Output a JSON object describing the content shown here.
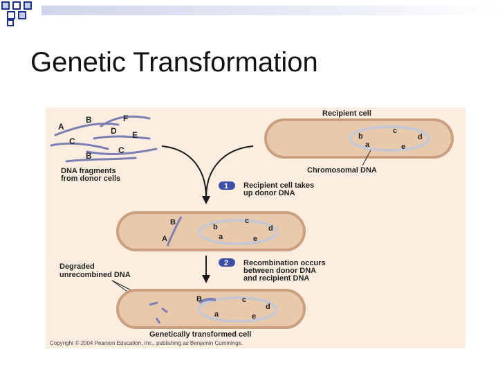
{
  "slide": {
    "title": "Genetic Transformation"
  },
  "colors": {
    "square_outline": "#1f2f8f",
    "square_fill": "#c6cbe8",
    "figure_bg": "#fbeee0",
    "cell_fill": "#e9c9ac",
    "cell_outline": "#caa07e",
    "dna_strand": "#7b7fb4",
    "chromosome_ring": "#c5c8d3",
    "step_badge": "#3f4fa8",
    "arrow": "#1a1a1a"
  },
  "diagram": {
    "fragments_caption_line1": "DNA fragments",
    "fragments_caption_line2": "from donor cells",
    "fragment_letters": [
      "A",
      "B",
      "F",
      "D",
      "E",
      "C",
      "B",
      "C"
    ],
    "recipient_cell_label": "Recipient cell",
    "chromosomal_dna_label": "Chromosomal DNA",
    "chromosome_letters": [
      "b",
      "c",
      "d",
      "a",
      "e"
    ],
    "step1": {
      "number": "1",
      "line1": "Recipient cell takes",
      "line2": "up donor DNA"
    },
    "step2": {
      "number": "2",
      "line1": "Recombination occurs",
      "line2": "between donor DNA",
      "line3": "and recipient DNA"
    },
    "cell2_donor_letters": [
      "B",
      "A"
    ],
    "cell2_chromosome_letters": [
      "b",
      "c",
      "d",
      "a",
      "e"
    ],
    "degraded_line1": "Degraded",
    "degraded_line2": "unrecombined DNA",
    "cell3_letters": [
      "B",
      "c",
      "d",
      "a",
      "e"
    ],
    "transformed_label": "Genetically transformed cell",
    "copyright": "Copyright © 2004 Pearson Education, Inc., publishing as Benjamin Cummings."
  }
}
